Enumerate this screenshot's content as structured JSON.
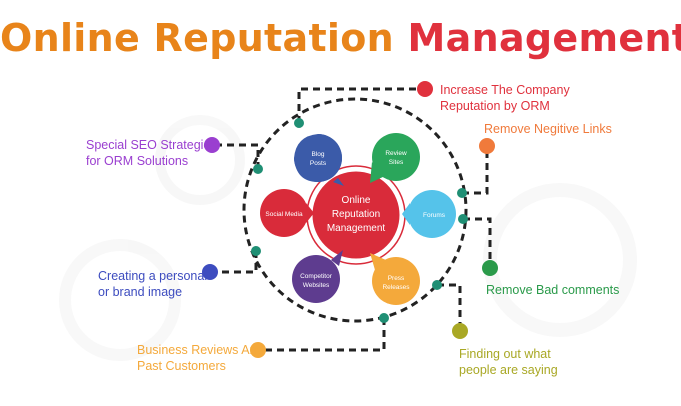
{
  "title": {
    "word1": "Online Reputation",
    "word2": "Management"
  },
  "center": {
    "line1": "Online",
    "line2": "Reputation",
    "line3": "Management"
  },
  "bubbles": [
    {
      "line1": "Blog",
      "line2": "Posts",
      "color": "#3b5ba9"
    },
    {
      "line1": "Review",
      "line2": "Sites",
      "color": "#2aa65b"
    },
    {
      "line1": "Forums",
      "line2": "",
      "color": "#55c3ea"
    },
    {
      "line1": "Press",
      "line2": "Releases",
      "color": "#f4a93b"
    },
    {
      "line1": "Competitor",
      "line2": "Websites",
      "color": "#5e3c8f"
    },
    {
      "line1": "Social Media",
      "line2": "",
      "color": "#d92b3a"
    }
  ],
  "labels": {
    "company": {
      "line1": "Increase The Company",
      "line2": "Reputation by ORM",
      "color": "#e0313d"
    },
    "negative": {
      "line1": "Remove Negitive Links",
      "color": "#f07a3b"
    },
    "bad": {
      "line1": "Remove Bad comments",
      "color": "#2a9a4a"
    },
    "finding": {
      "line1": "Finding out what",
      "line2": "people are saying",
      "color": "#a9a825"
    },
    "business": {
      "line1": "Business Reviews And",
      "line2": "Past Customers",
      "color": "#f4a93b"
    },
    "personal": {
      "line1": "Creating a personal",
      "line2": "or brand image",
      "color": "#3d4cbf"
    },
    "seo": {
      "line1": "Special SEO Strategies",
      "line2": "for ORM Solutions",
      "color": "#9a3fd0"
    }
  }
}
